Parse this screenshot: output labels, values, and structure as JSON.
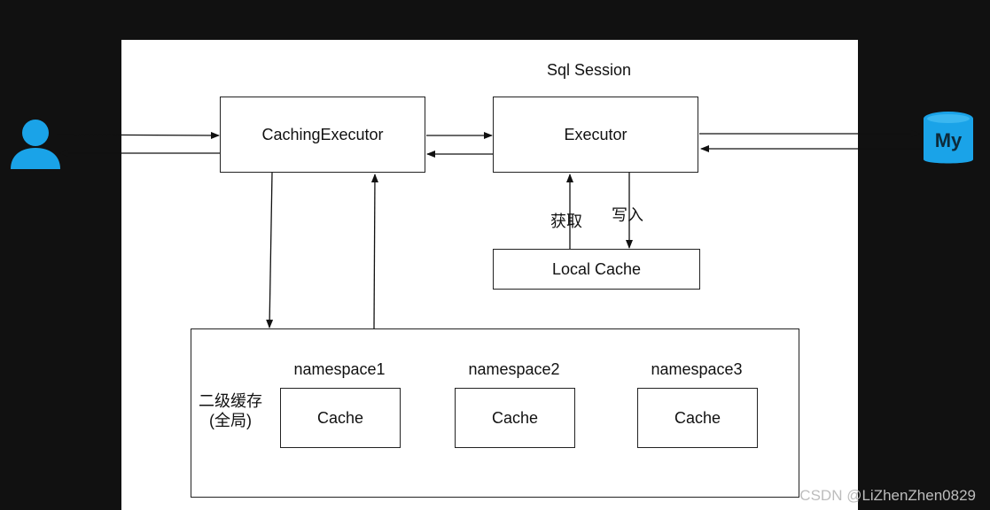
{
  "diagram": {
    "session_title": "Sql Session",
    "caching_executor": "CachingExecutor",
    "executor": "Executor",
    "local_cache": "Local Cache",
    "get_label": "获取",
    "write_label": "写入",
    "second_level_cache_line1": "二级缓存",
    "second_level_cache_line2": "(全局)",
    "namespaces": [
      {
        "name": "namespace1",
        "cache": "Cache"
      },
      {
        "name": "namespace2",
        "cache": "Cache"
      },
      {
        "name": "namespace3",
        "cache": "Cache"
      }
    ],
    "mysql_icon_text": "My"
  },
  "watermark": "CSDN @LiZhenZhen0829",
  "colors": {
    "background": "#111111",
    "canvas": "#ffffff",
    "icon_blue": "#1aa3e8"
  },
  "icons": [
    "user-icon",
    "mysql-database-icon"
  ]
}
